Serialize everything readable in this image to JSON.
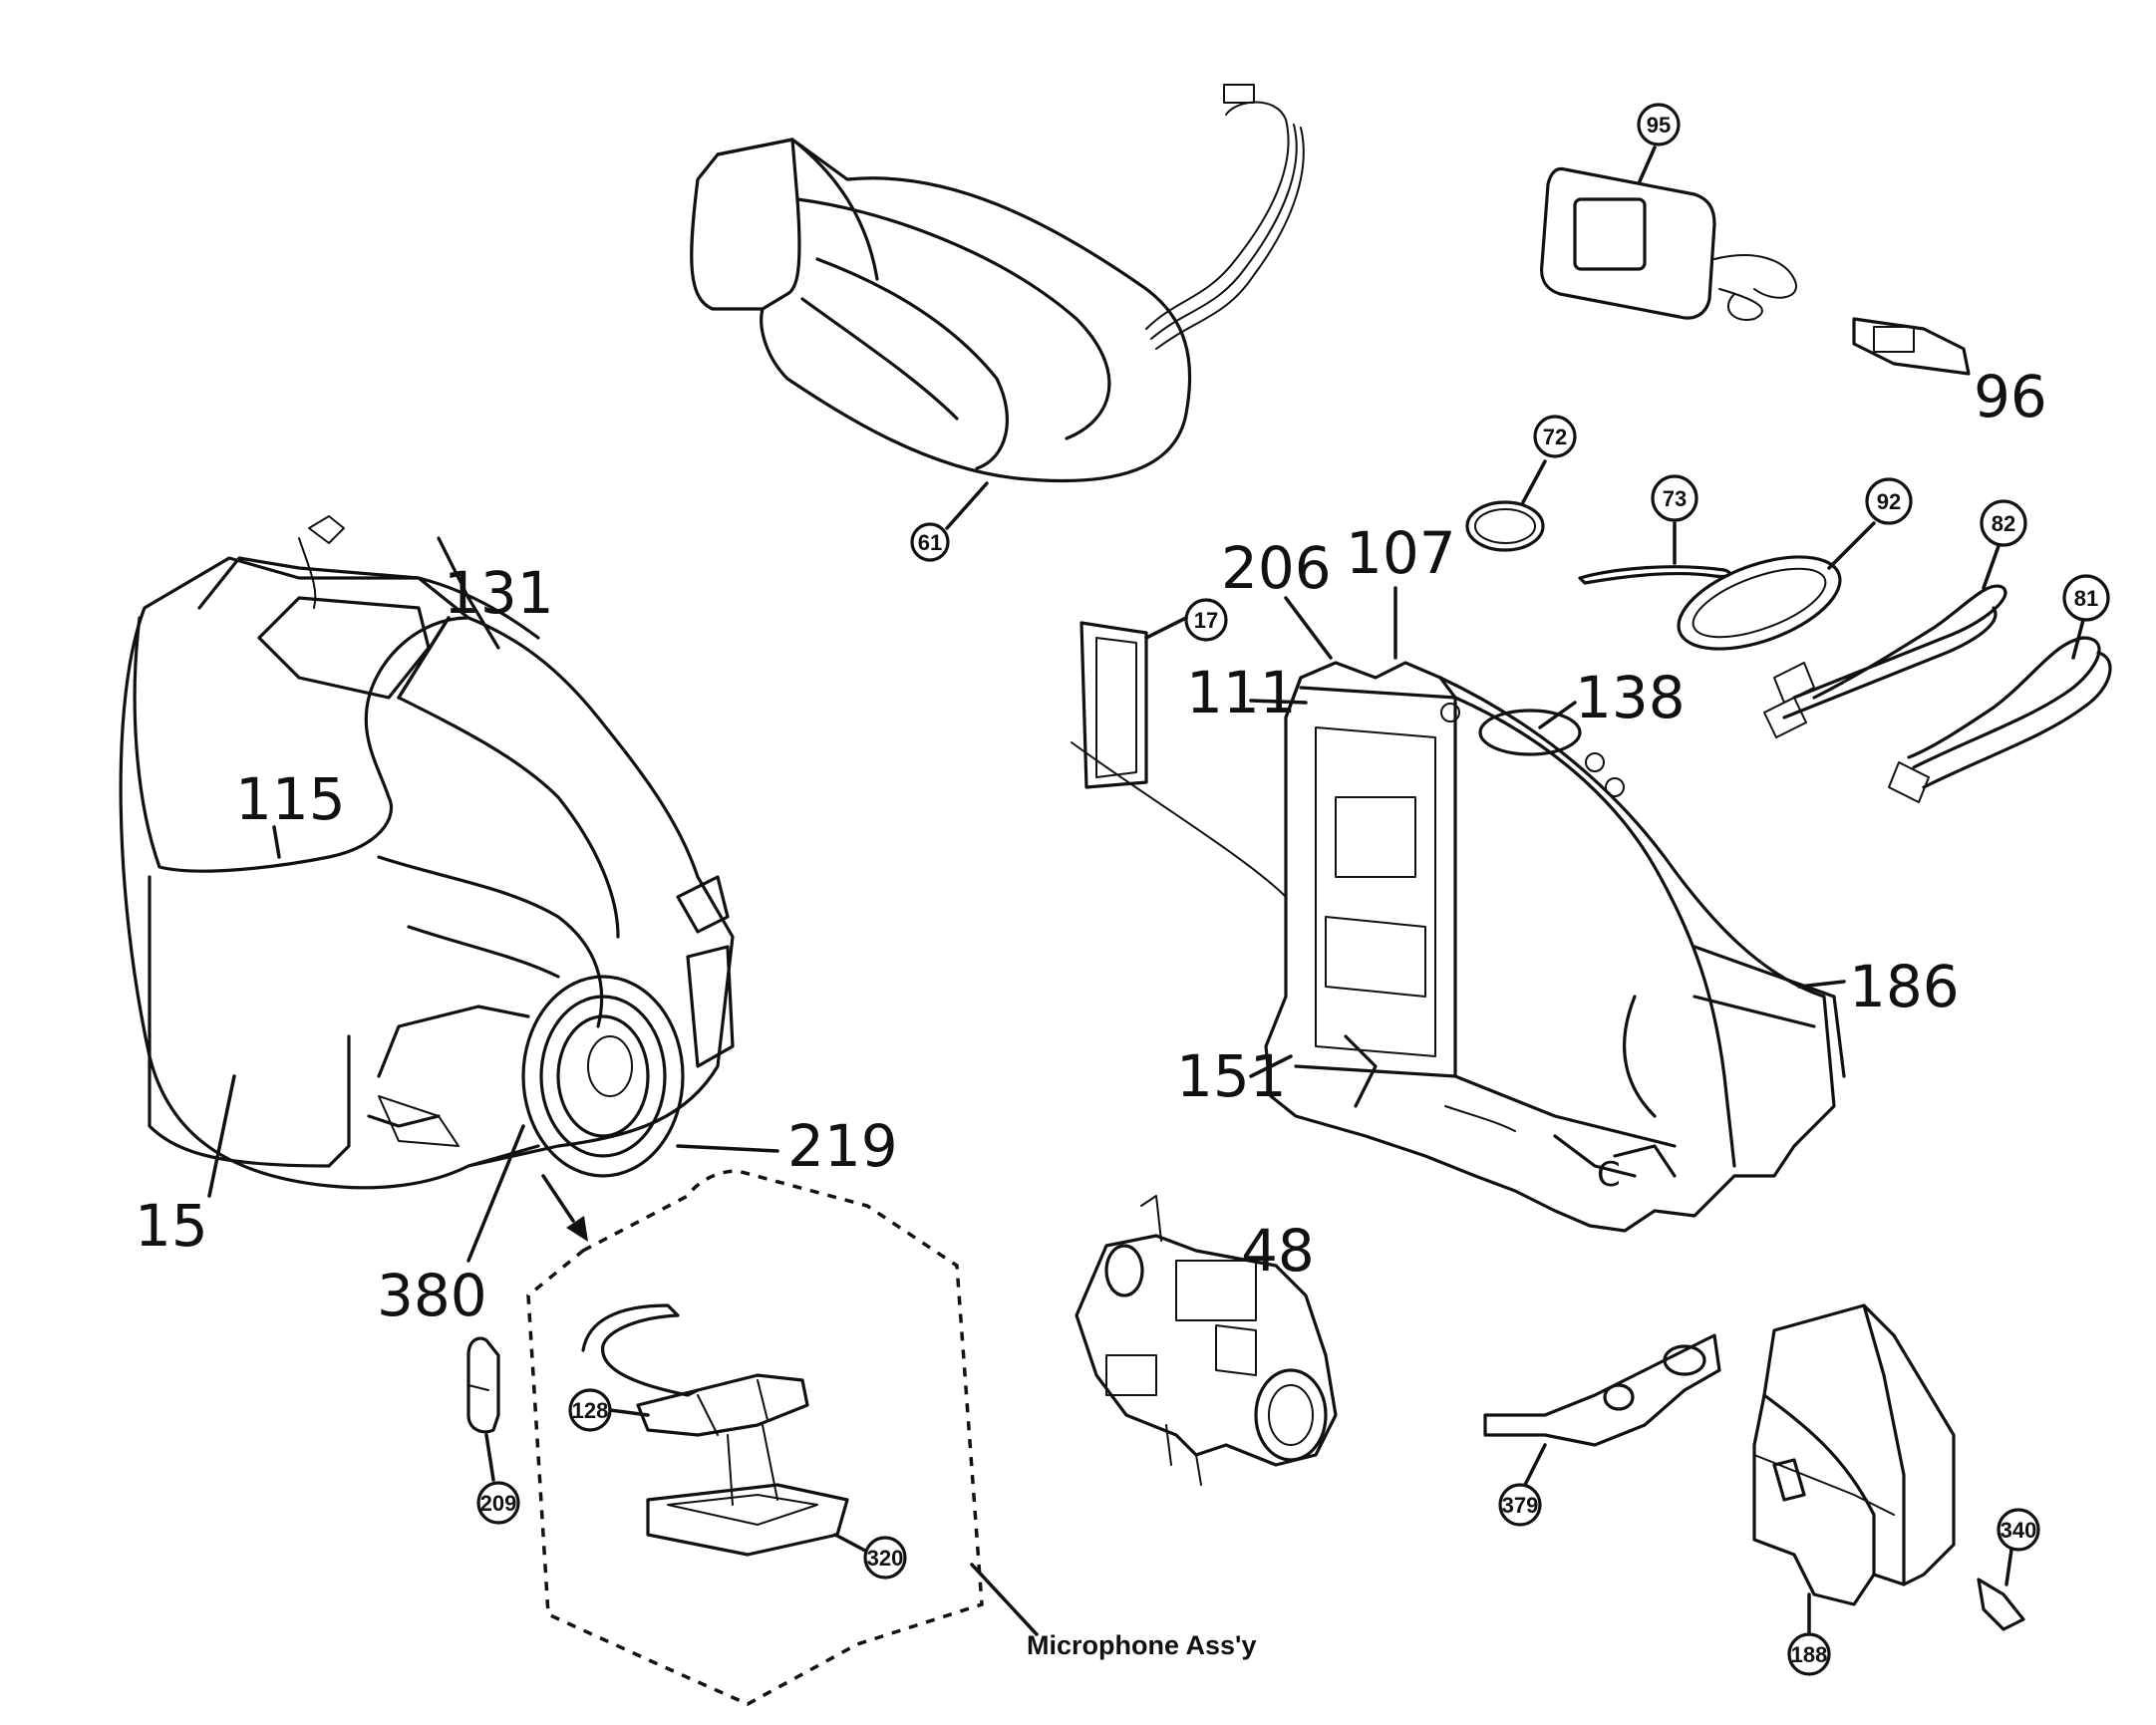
{
  "diagram": {
    "caption": "Microphone Ass'y",
    "callouts_large": [
      "131",
      "115",
      "15",
      "380",
      "219",
      "206",
      "107",
      "111",
      "138",
      "186",
      "151",
      "48",
      "96"
    ],
    "callouts_circled": [
      "61",
      "95",
      "72",
      "73",
      "92",
      "82",
      "81",
      "17",
      "128",
      "209",
      "320",
      "379",
      "340",
      "188"
    ]
  }
}
